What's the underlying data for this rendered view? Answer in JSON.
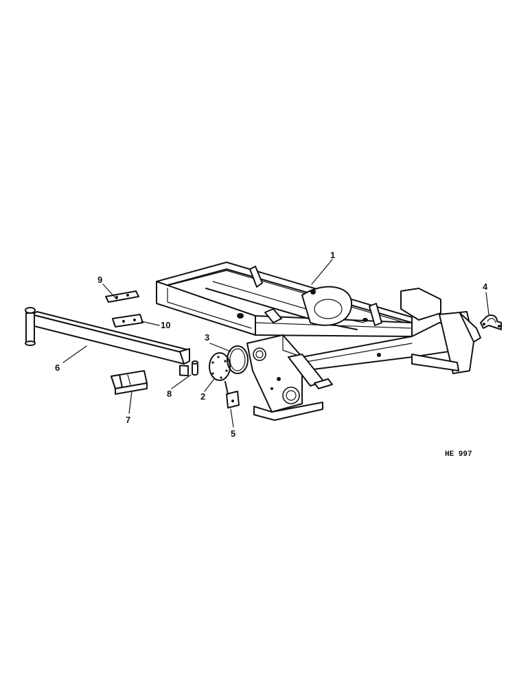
{
  "figure_ref": "HE 997",
  "callouts": [
    {
      "id": "1",
      "label": "1"
    },
    {
      "id": "2",
      "label": "2"
    },
    {
      "id": "3",
      "label": "3"
    },
    {
      "id": "4",
      "label": "4"
    },
    {
      "id": "5",
      "label": "5"
    },
    {
      "id": "6",
      "label": "6"
    },
    {
      "id": "7",
      "label": "7"
    },
    {
      "id": "8",
      "label": "8"
    },
    {
      "id": "9",
      "label": "9"
    },
    {
      "id": "10",
      "label": "10"
    }
  ]
}
